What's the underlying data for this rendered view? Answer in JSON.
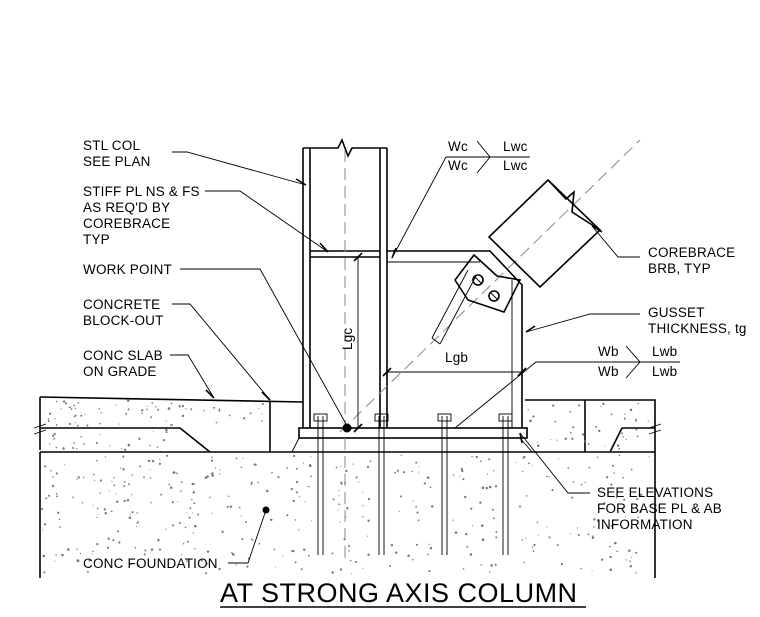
{
  "title": "AT STRONG AXIS COLUMN",
  "callouts": {
    "stl_col": [
      "STL COL",
      "SEE PLAN"
    ],
    "stiff_pl": [
      "STIFF PL NS & FS",
      "AS REQ'D BY",
      "COREBRACE",
      "TYP"
    ],
    "work_point": [
      "WORK POINT"
    ],
    "concrete_blockout": [
      "CONCRETE",
      "BLOCK-OUT"
    ],
    "conc_slab": [
      "CONC SLAB",
      "ON GRADE"
    ],
    "conc_foundation": [
      "CONC FOUNDATION"
    ],
    "corebrace": [
      "COREBRACE",
      "BRB, TYP"
    ],
    "gusset": [
      "GUSSET",
      "THICKNESS, tg"
    ],
    "see_elevations": [
      "SEE ELEVATIONS",
      "FOR BASE PL & AB",
      "INFORMATION"
    ]
  },
  "weld_symbols": {
    "column_weld": {
      "size_top": "Wc",
      "length_top": "Lwc",
      "size_bottom": "Wc",
      "length_bottom": "Lwc"
    },
    "base_weld": {
      "size_top": "Wb",
      "length_top": "Lwb",
      "size_bottom": "Wb",
      "length_bottom": "Lwb"
    }
  },
  "dimensions": {
    "gusset_height": "Lgc",
    "gusset_width": "Lgb"
  }
}
